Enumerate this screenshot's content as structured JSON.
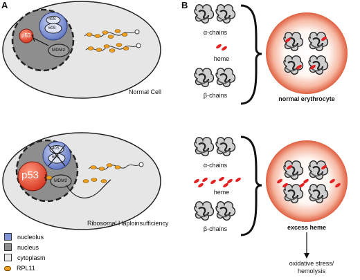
{
  "panel_a": {
    "letter": "A",
    "normal_cell_label": "Normal Cell",
    "haplo_cell_label": "Ribosomal Haploinsufficiency",
    "normal": {
      "subunit_top": "40S",
      "subunit_bottom": "60S",
      "p53": "p53",
      "mdm2": "MDM2"
    },
    "haplo": {
      "subunit_top": "40S",
      "subunit_bottom": "60S",
      "p53": "p53",
      "mdm2": "MDM2"
    }
  },
  "legend": [
    {
      "label": "nucleolus",
      "color": "#7f93d6",
      "kind": "box"
    },
    {
      "label": "nucleus",
      "color": "#8c8c8c",
      "kind": "box"
    },
    {
      "label": "cytoplasm",
      "color": "#e8e8e8",
      "kind": "box"
    },
    {
      "label": "RPL11",
      "color": "#f0a020",
      "kind": "pill"
    }
  ],
  "panel_b": {
    "letter": "B",
    "top": {
      "alpha": "α-chains",
      "heme": "heme",
      "beta": "β-chains",
      "result": "normal erythrocyte"
    },
    "bottom": {
      "alpha": "α-chains",
      "heme": "heme",
      "beta": "β-chains",
      "result": "excess heme"
    },
    "outcome": "oxidative stress/\nhemolysis"
  },
  "colors": {
    "cell_fill": "#e6e6e6",
    "nucleus_fill": "#8e8e8e",
    "nucleolus_fill": "#7f93d6",
    "p53_fill": "#e0503a",
    "rpl11": "#f0a020",
    "heme_red": "#e52222",
    "erythrocyte_edge": "#e8765a"
  }
}
